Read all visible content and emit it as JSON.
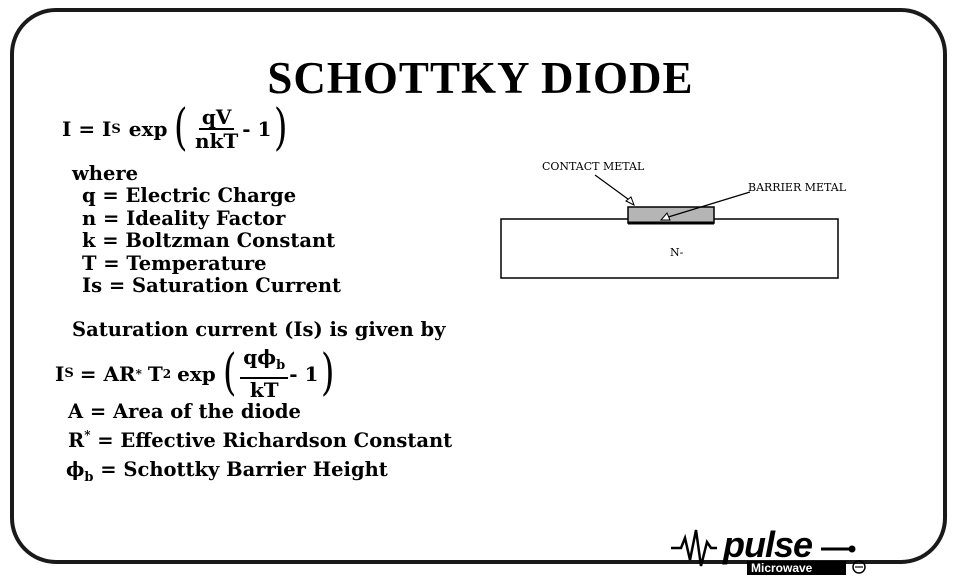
{
  "title": "SCHOTTKY DIODE",
  "equation1": {
    "lhs": "I = I",
    "lhs_sub": "S",
    "func": "exp",
    "numerator": "qV",
    "denominator": "nkT",
    "tail": "- 1"
  },
  "where_label": "where",
  "definitions": [
    "q = Electric Charge",
    "n = Ideality Factor",
    "k = Boltzman Constant",
    "T = Temperature",
    "Is = Saturation Current"
  ],
  "saturation_intro": "Saturation current (Is) is given by",
  "equation2": {
    "lhs": "I",
    "lhs_sub": "S",
    "eq": "= AR",
    "star": "*",
    "t": "T",
    "t_sup": "2",
    "func": "exp",
    "numerator_main": "qϕ",
    "numerator_sub": "b",
    "denominator": "kT",
    "tail": "- 1"
  },
  "definitions2": {
    "area": "A = Area of the diode",
    "richardson_main": "R",
    "richardson_star": "*",
    "richardson_rest": "= Effective Richardson Constant",
    "barrier_main": "ϕ",
    "barrier_sub": "b",
    "barrier_rest": "= Schottky Barrier Height"
  },
  "diagram": {
    "contact_label": "CONTACT METAL",
    "barrier_label": "BARRIER METAL",
    "substrate_label": "N-"
  },
  "logo": {
    "brand": "pulse",
    "tagline": "Microwave"
  }
}
